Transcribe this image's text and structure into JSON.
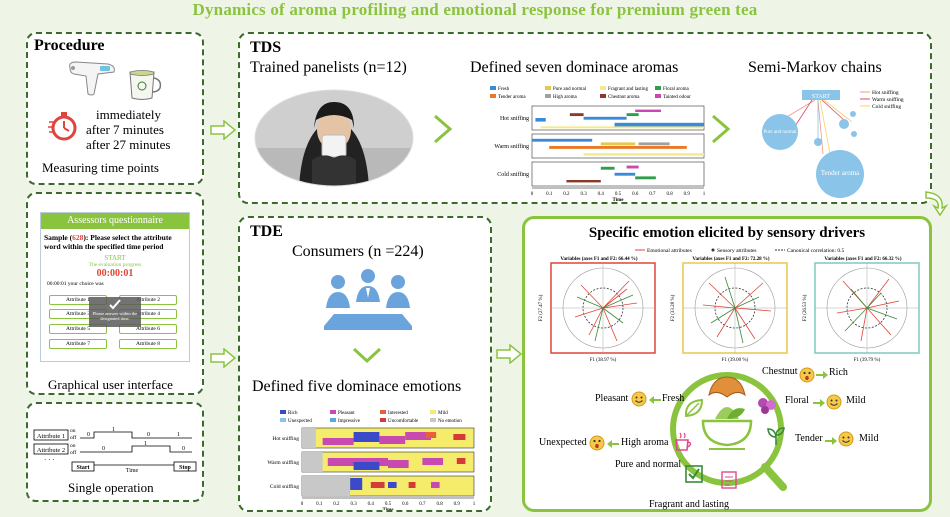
{
  "title": "Dynamics of aroma profiling and emotional response for premium green tea",
  "procedure": {
    "heading": "Procedure",
    "times": [
      "immediately",
      "after 7 minutes",
      "after 27 minutes"
    ],
    "caption": "Measuring time points"
  },
  "gui": {
    "header": "Assessors questionnaire",
    "sample_prefix": "Sample (",
    "sample_code": "628",
    "sample_suffix": "): Please select the attribute word within the specified time period",
    "start": "START",
    "progress": "The evaluation progress",
    "timer": "00:00:01",
    "choice": "00:00:01  your choice was",
    "attributes": [
      "Attribute 1",
      "Attribute 2",
      "Attribute 3",
      "Attribute 4",
      "Attribute 5",
      "Attribute 6",
      "Attribute 7",
      "Attribute 8"
    ],
    "popup": "Please answer within the designated time.",
    "caption": "Graphical user interface"
  },
  "single": {
    "labels": [
      "Attribute 1",
      "Attribute 2"
    ],
    "on": "on",
    "off": "off",
    "start": "Start",
    "time": "Time",
    "stop": "Stop",
    "dots": "· · ·",
    "caption": "Single operation"
  },
  "tds": {
    "heading": "TDS",
    "panelists": "Trained panelists (n=12)",
    "aromas_title": "Defined seven dominace aromas",
    "markov_title": "Semi-Markov chains",
    "legend": [
      "Fresh",
      "Pure and normal",
      "Fragrant and lasting",
      "Floral aroma",
      "Tender aroma",
      "High aroma",
      "Chestnut aroma",
      "Tainted odour"
    ],
    "rows": [
      "Hot sniffing",
      "Warm sniffing",
      "Cold sniffing"
    ],
    "ticks": [
      "0",
      "0.1",
      "0.2",
      "0.3",
      "0.4",
      "0.5",
      "0.6",
      "0.7",
      "0.8",
      "0.9",
      "1"
    ],
    "xlabel": "Time",
    "markov_legend": [
      "Hot sniffing",
      "Warm sniffing",
      "Cold sniffing"
    ],
    "markov_start": "START",
    "markov_pure": "Pure and normal",
    "markov_tender": "Tender aroma"
  },
  "tde": {
    "heading": "TDE",
    "consumers": "Consumers (n =224)",
    "emotions_title": "Defined five dominace emotions",
    "legend": [
      "Rich",
      "Pleasant",
      "Interested",
      "Mild",
      "Unexpected",
      "Impressive",
      "Uncomfortable",
      "No emotion"
    ],
    "rows": [
      "Hot sniffing",
      "Warm sniffing",
      "Cold sniffing"
    ],
    "ticks": [
      "0",
      "0.1",
      "0.2",
      "0.3",
      "0.4",
      "0.5",
      "0.6",
      "0.7",
      "0.8",
      "0.9",
      "1"
    ],
    "xlabel": "Time"
  },
  "specific": {
    "heading": "Specific emotion elicited by sensory drivers",
    "legend": [
      "Emotional attributes",
      "Sensory attributes",
      "Canonical correlation: 0.5"
    ],
    "plots": [
      {
        "title": "Variables (axes F1 and F2: 66.44 %)",
        "xlab": "F1 (38.97 %)",
        "ylab": "F2 (27.47 %)"
      },
      {
        "title": "Variables (axes F1 and F2: 72.28 %)",
        "xlab": "F1 (39.00 %)",
        "ylab": "F2 (33.28 %)"
      },
      {
        "title": "Variables (axes F1 and F2: 66.32 %)",
        "xlab": "F1 (39.79 %)",
        "ylab": "F2 (26.53 %)"
      }
    ],
    "pairs": {
      "chestnut": "Chestnut",
      "rich": "Rich",
      "pleasant": "Pleasant",
      "fresh": "Fresh",
      "floral": "Floral",
      "mild1": "Mild",
      "unexpected": "Unexpected",
      "high": "High aroma",
      "tender": "Tender",
      "mild2": "Mild",
      "pure": "Pure and normal",
      "fragrant": "Fragrant and lasting"
    }
  },
  "colors": {
    "accent": "#8ac43f",
    "dark_green": "#3a6b2a",
    "panel_border": "#3a6b2a"
  }
}
